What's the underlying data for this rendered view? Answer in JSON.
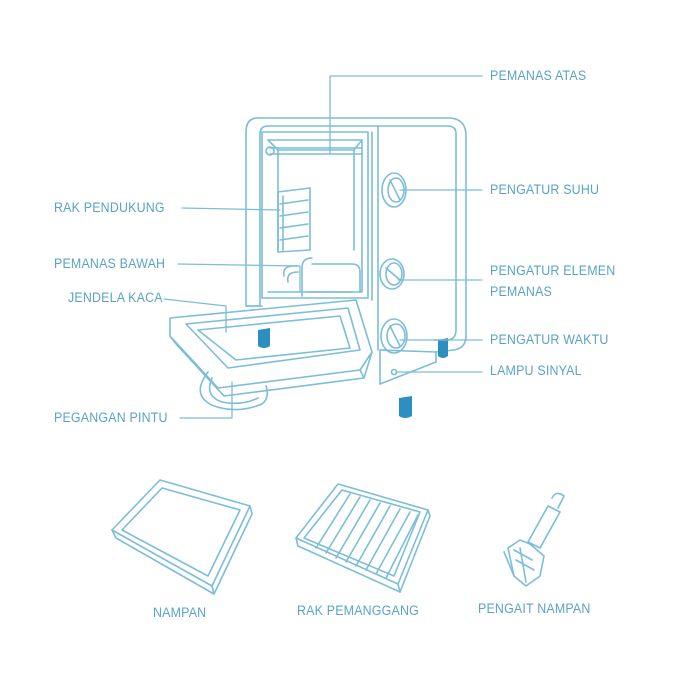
{
  "colors": {
    "line": "#7cbdd9",
    "text": "#5aa3c7",
    "accent_feet": "#2d8fbf"
  },
  "callouts": {
    "pemanas_atas": "PEMANAS ATAS",
    "pengatur_suhu": "PENGATUR SUHU",
    "pengatur_elemen_pemanas_line1": "PENGATUR ELEMEN",
    "pengatur_elemen_pemanas_line2": "PEMANAS",
    "pengatur_waktu": "PENGATUR WAKTU",
    "lampu_sinyal": "LAMPU SINYAL",
    "rak_pendukung": "RAK PENDUKUNG",
    "pemanas_bawah": "PEMANAS BAWAH",
    "jendela_kaca": "JENDELA KACA",
    "pegangan_pintu": "PEGANGAN PINTU"
  },
  "accessories": {
    "nampan": "NAMPAN",
    "rak_pemanggang": "RAK PEMANGGANG",
    "pengait_nampan": "PENGAIT NAMPAN"
  }
}
